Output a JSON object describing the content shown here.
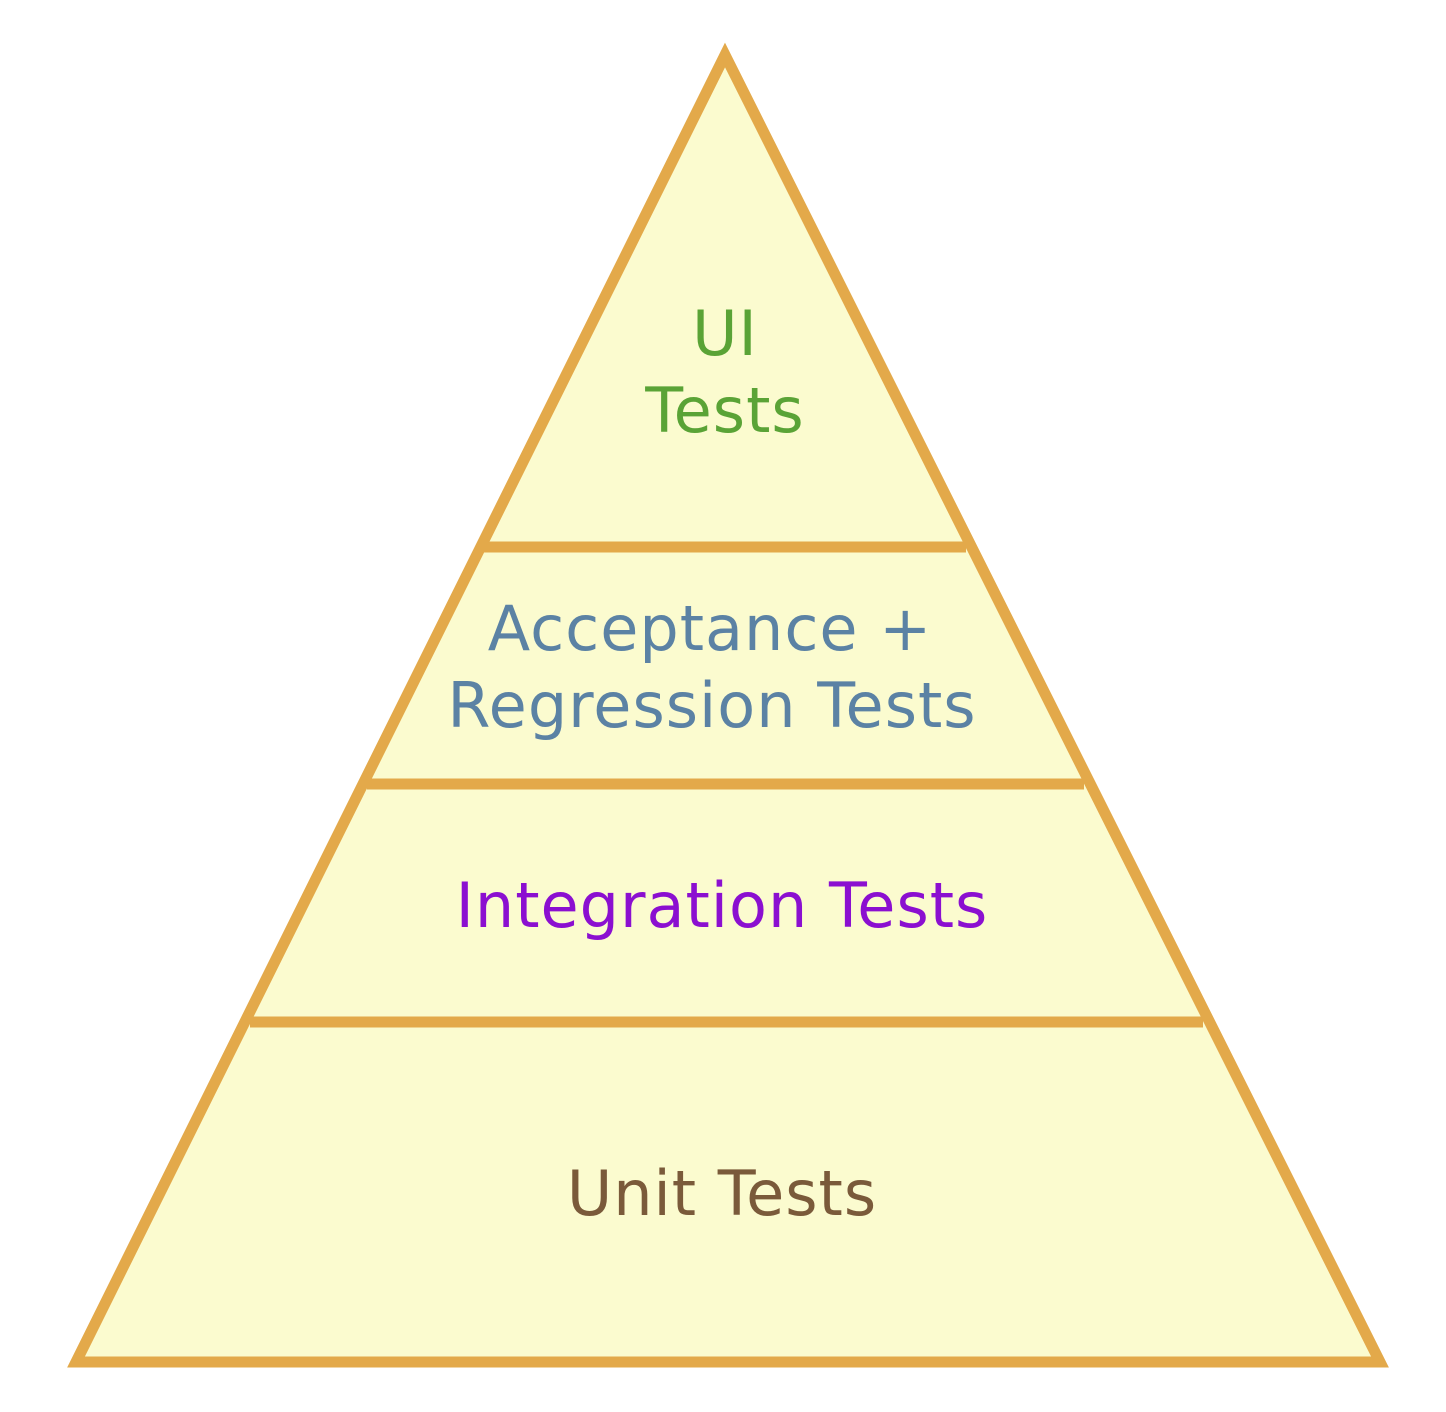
{
  "diagram": {
    "fill_color": "#fbfbcf",
    "stroke_color": "#e3a94a",
    "tiers": [
      {
        "lines": [
          "UI",
          "Tests"
        ],
        "color": "#5aa336"
      },
      {
        "lines": [
          "Acceptance +",
          "Regression Tests"
        ],
        "color": "#5b82a4"
      },
      {
        "lines": [
          "Integration Tests"
        ],
        "color": "#8b0fd0"
      },
      {
        "lines": [
          "Unit Tests"
        ],
        "color": "#7a5a3a"
      }
    ]
  }
}
